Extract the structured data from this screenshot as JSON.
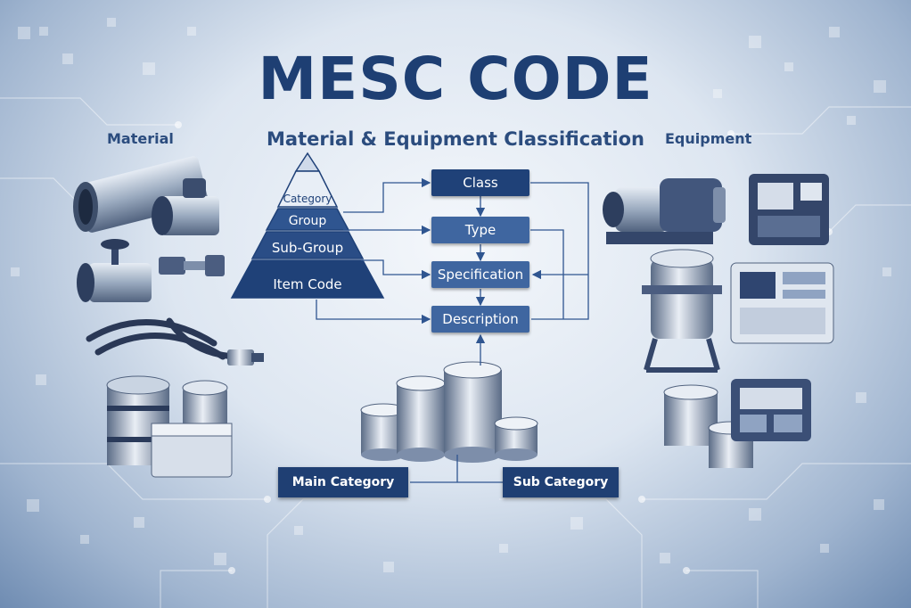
{
  "title": "MESC CODE",
  "subtitle": "Material & Equipment Classification",
  "material_label": "Material",
  "equipment_label": "Equipment",
  "pyramid": {
    "levels": [
      "Category",
      "Group",
      "Sub-Group",
      "Item Code"
    ]
  },
  "flow": {
    "class": "Class",
    "type": "Type",
    "specification": "Specification",
    "description": "Description"
  },
  "categories": {
    "main": "Main Category",
    "sub": "Sub Category"
  },
  "colors": {
    "primary": "#1f4178",
    "secondary": "#3f66a0",
    "title": "#1e3f73"
  }
}
